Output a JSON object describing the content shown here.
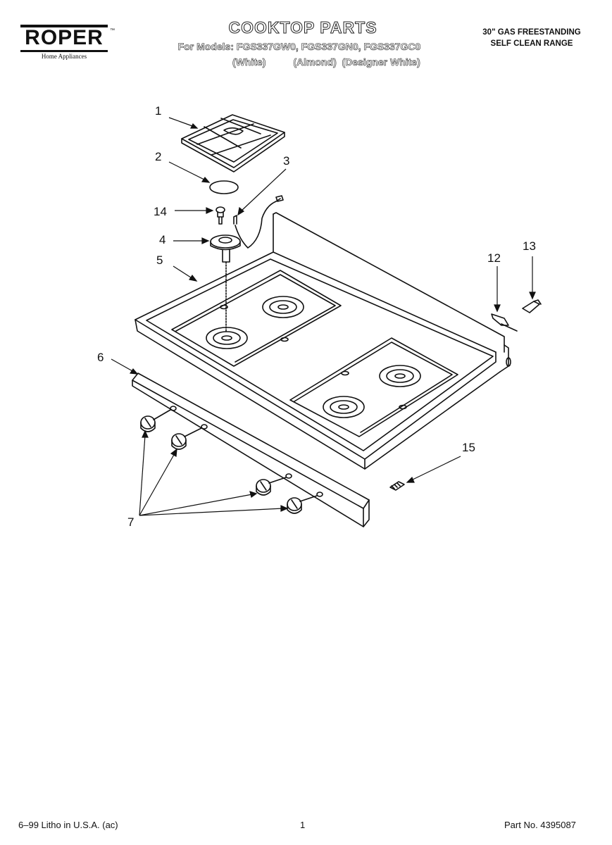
{
  "header": {
    "brand": "ROPER",
    "brand_tm": "™",
    "brand_sub": "Home Appliances",
    "title": "COOKTOP PARTS",
    "models_line": "For Models: FGS337GW0, FGS337GN0, FGS337GC0",
    "variants_line": "(White)          (Almond)  (Designer White)",
    "range_line1": "30\" GAS FREESTANDING",
    "range_line2": "SELF CLEAN RANGE"
  },
  "callouts": {
    "c1": "1",
    "c2": "2",
    "c3": "3",
    "c4": "4",
    "c5": "5",
    "c6": "6",
    "c7": "7",
    "c12": "12",
    "c13": "13",
    "c14": "14",
    "c15": "15"
  },
  "footer": {
    "left": "6–99 Litho in U.S.A. (ac)",
    "page": "1",
    "right": "Part No. 4395087"
  }
}
